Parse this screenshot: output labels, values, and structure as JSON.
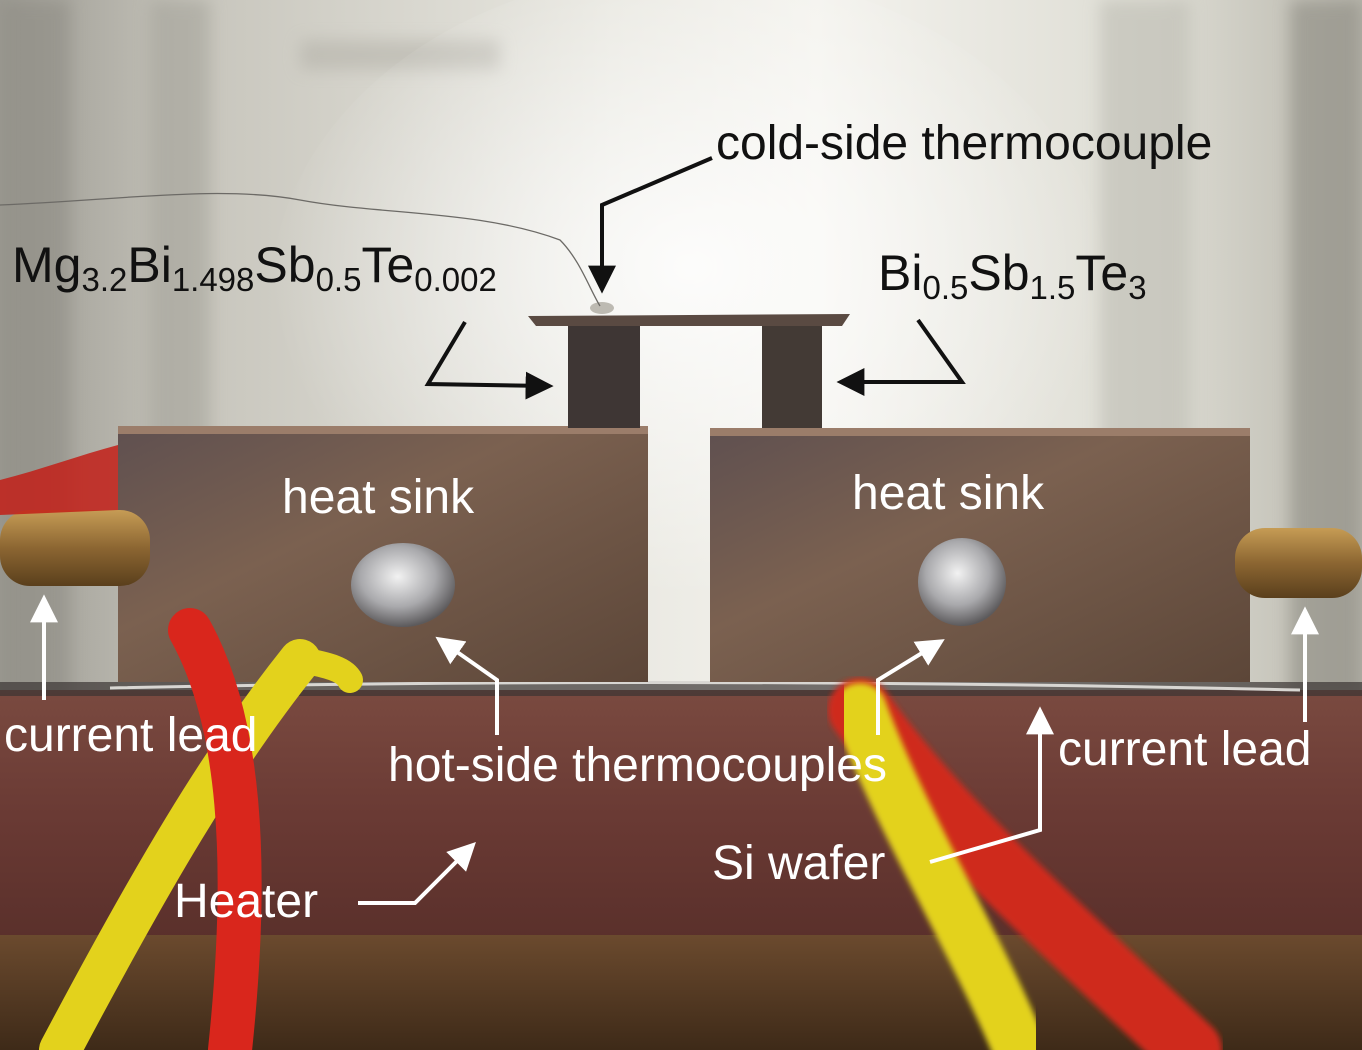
{
  "labels": {
    "cold_side_thermocouple": "cold-side thermocouple",
    "heat_sink_left": "heat sink",
    "heat_sink_right": "heat sink",
    "current_lead_left": "current lead",
    "current_lead_right": "current lead",
    "hot_side_thermocouples": "hot-side thermocouples",
    "heater": "Heater",
    "si_wafer": "Si wafer"
  },
  "formula_left": {
    "parts": [
      {
        "t": "Mg",
        "sub": false
      },
      {
        "t": "3.2",
        "sub": true
      },
      {
        "t": "Bi",
        "sub": false
      },
      {
        "t": "1.498",
        "sub": true
      },
      {
        "t": "Sb",
        "sub": false
      },
      {
        "t": "0.5",
        "sub": true
      },
      {
        "t": "Te",
        "sub": false
      },
      {
        "t": "0.002",
        "sub": true
      }
    ]
  },
  "formula_right": {
    "parts": [
      {
        "t": "Bi",
        "sub": false
      },
      {
        "t": "0.5",
        "sub": true
      },
      {
        "t": "Sb",
        "sub": false
      },
      {
        "t": "1.5",
        "sub": true
      },
      {
        "t": "Te",
        "sub": false
      },
      {
        "t": "3",
        "sub": true
      }
    ]
  },
  "colors": {
    "annotation_white": "#ffffff",
    "annotation_black": "#111111",
    "copper": "#7a5a46",
    "heater_plate": "#6e3f38",
    "wire_red": "#d9261c",
    "wire_yellow": "#e8d81e"
  }
}
